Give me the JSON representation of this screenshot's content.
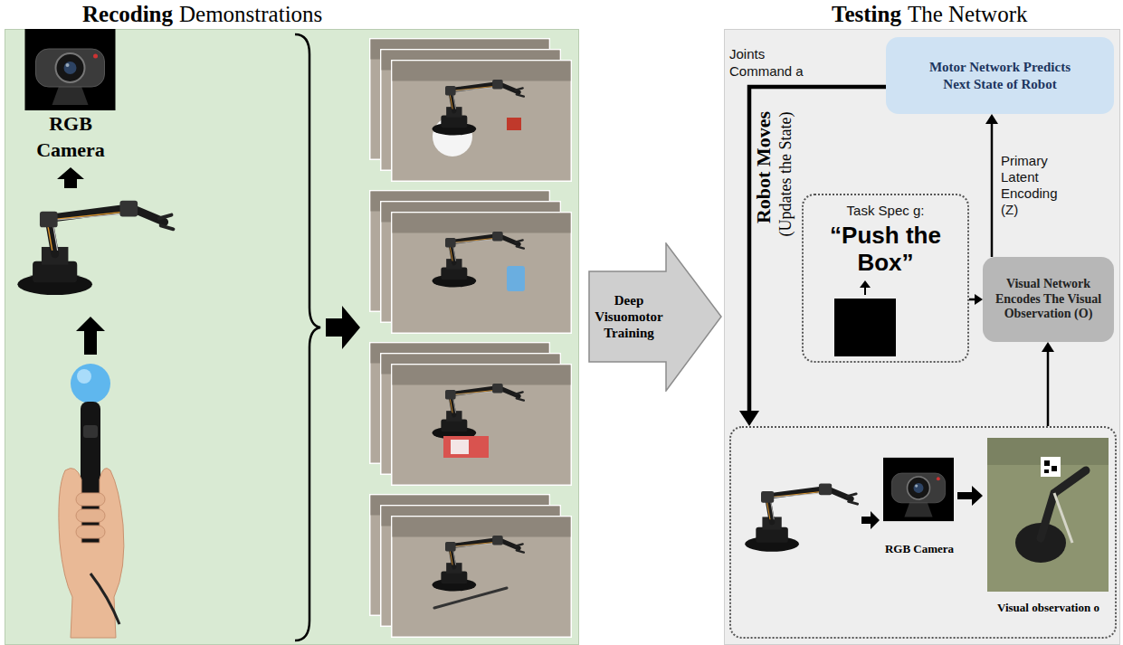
{
  "diagram": {
    "nodes": [
      {
        "text": [
          "Recoding",
          "Demonstrations"
        ]
      },
      {
        "text": [
          "Deep Visuomotor Training"
        ]
      },
      {
        "text": [
          "Testing",
          "The Network"
        ]
      },
      {
        "text": [
          "Motor Network Predicts Next State of Robot"
        ],
        "in": 2
      },
      {
        "text": [
          "Task Spec g:",
          "“Push the Box”"
        ],
        "in": 2
      },
      {
        "text": [
          "Visual Network Encodes The Visual Observation (O)"
        ],
        "in": 2
      },
      {
        "text": [
          "RGB Camera",
          "Visual observation o"
        ],
        "in": 2
      }
    ],
    "edges": [
      {
        "from": 4,
        "to": 5,
        "arrow": "to"
      },
      {
        "from": 6,
        "to": 5,
        "arrow": "to"
      },
      {
        "from": 5,
        "to": 3,
        "label": "Primary Latent Encoding (Z)",
        "arrow": "to"
      },
      {
        "from": 3,
        "to": 6,
        "label": "Joints Command a",
        "arrow": "to"
      }
    ],
    "labels": [
      "RGB Camera",
      "Robot Moves",
      "(Updates the State)"
    ]
  }
}
